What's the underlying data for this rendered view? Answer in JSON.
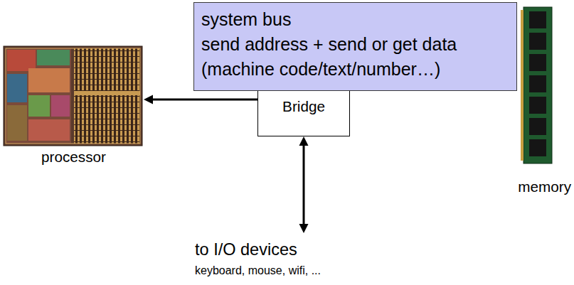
{
  "diagram": {
    "nodes": [
      {
        "text": [
          "system bus",
          "send address + send or get data",
          "(machine code/text/number…)"
        ]
      },
      {
        "text": [
          "processor"
        ]
      },
      {
        "text": [
          "Bridge"
        ]
      },
      {
        "text": [
          "memory"
        ]
      },
      {
        "text": [
          "to I/O devices",
          "keyboard, mouse, wifi, ..."
        ]
      }
    ],
    "edges": [
      {
        "from": 2,
        "to": 1,
        "arrow": "to"
      },
      {
        "from": 2,
        "to": 4,
        "arrow": "both"
      }
    ]
  }
}
